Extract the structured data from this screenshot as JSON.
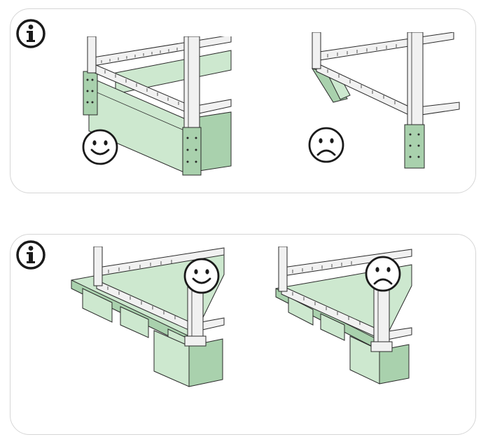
{
  "colors": {
    "plinth_green": "#cde8cf",
    "plinth_green_dark": "#a9d1ad",
    "frame_fill": "#f1f1f1",
    "line": "#2a2a2a",
    "panel_border": "#d6d6d6"
  },
  "icons": {
    "info": "info-icon",
    "happy": "smiley-face-icon",
    "sad": "sad-face-icon"
  },
  "panels": [
    {
      "id": "top",
      "scenes": [
        {
          "id": "top-left",
          "verdict": "correct",
          "face": "happy"
        },
        {
          "id": "top-right",
          "verdict": "incorrect",
          "face": "sad"
        }
      ]
    },
    {
      "id": "bottom",
      "scenes": [
        {
          "id": "bottom-left",
          "verdict": "correct",
          "face": "happy"
        },
        {
          "id": "bottom-right",
          "verdict": "incorrect",
          "face": "sad"
        }
      ]
    }
  ]
}
